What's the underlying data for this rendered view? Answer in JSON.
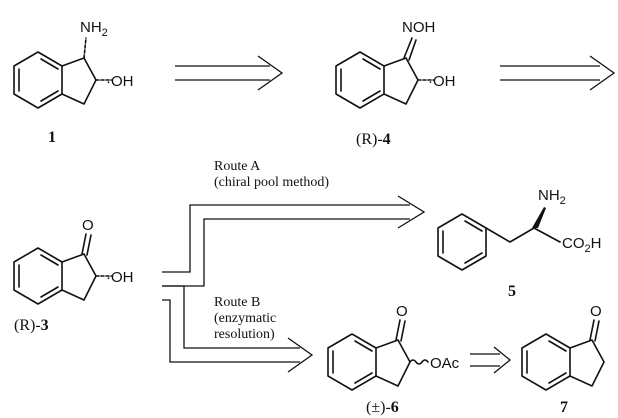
{
  "compounds": {
    "c1": {
      "nh2": "NH",
      "nh2_sub": "2",
      "oh": "·OH",
      "id": "1"
    },
    "c4": {
      "noh": "NOH",
      "oh": "·OH",
      "config": "(R)-",
      "id": "4"
    },
    "c3": {
      "o": "O",
      "oh": "·OH",
      "config": "(R)-",
      "id": "3"
    },
    "c5": {
      "nh2": "NH",
      "nh2_sub": "2",
      "co2h_a": "CO",
      "co2h_sub": "2",
      "co2h_b": "H",
      "id": "5"
    },
    "c6": {
      "o": "O",
      "oac": "OAc",
      "config": "(±)-",
      "id": "6"
    },
    "c7": {
      "o": "O",
      "id": "7"
    }
  },
  "routes": {
    "a_line1": "Route A",
    "a_line2": "(chiral pool method)",
    "b_line1": "Route B",
    "b_line2": "(enzymatic",
    "b_line3": "resolution)"
  }
}
